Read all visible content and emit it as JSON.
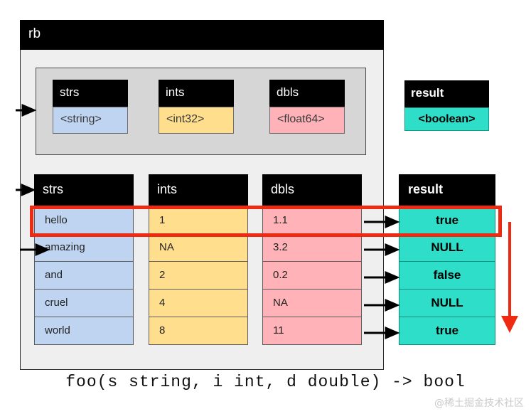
{
  "record_batch": {
    "title": "rb",
    "schema": {
      "fields": [
        {
          "name": "strs",
          "type": "<string>"
        },
        {
          "name": "ints",
          "type": "<int32>"
        },
        {
          "name": "dbls",
          "type": "<float64>"
        }
      ]
    },
    "columns": [
      {
        "name": "strs",
        "values": [
          "hello",
          "amazing",
          "and",
          "cruel",
          "world"
        ]
      },
      {
        "name": "ints",
        "values": [
          "1",
          "NA",
          "2",
          "4",
          "8"
        ]
      },
      {
        "name": "dbls",
        "values": [
          "1.1",
          "3.2",
          "0.2",
          "NA",
          "11"
        ]
      }
    ]
  },
  "result": {
    "schema": {
      "name": "result",
      "type": "<boolean>"
    },
    "column": {
      "name": "result",
      "values": [
        "true",
        "NULL",
        "false",
        "NULL",
        "true"
      ]
    }
  },
  "caption": "foo(s string, i int, d double) -> bool",
  "watermark": "@稀土掘金技术社区",
  "colors": {
    "string": "#bed4f0",
    "int": "#ffdf8d",
    "float": "#ffb3b8",
    "boolean": "#2fdec8",
    "highlight": "#ee2b12",
    "header": "#000000"
  }
}
